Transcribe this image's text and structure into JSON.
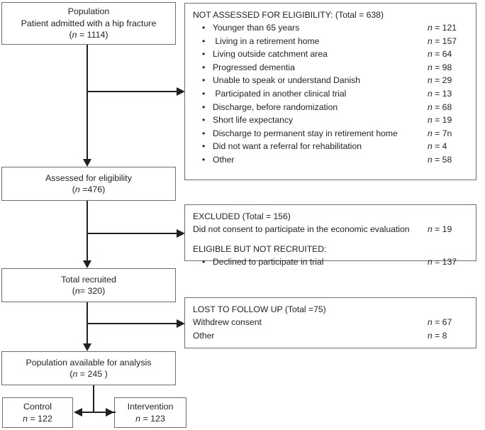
{
  "diagram": {
    "type": "consort-flow-diagram",
    "title": "Participant flow diagram",
    "colors": {
      "box_border": "#6d6e71",
      "arrow": "#231f20",
      "text": "#231f20",
      "background": "#ffffff"
    }
  },
  "nodes": {
    "population": {
      "line1": "Population",
      "line2": "Patient admitted with a hip fracture",
      "line3_pre": "(",
      "line3_n": "n",
      "line3_post": " = 1114)"
    },
    "assessed": {
      "line1": "Assessed for eligibility",
      "line2_pre": "(",
      "line2_n": "n",
      "line2_post": " =476)"
    },
    "recruited": {
      "line1": "Total recruited",
      "line2_pre": "(",
      "line2_n": "n",
      "line2_post": "= 320)"
    },
    "analysis": {
      "line1": "Population available for analysis",
      "line2_pre": "(",
      "line2_n": "n",
      "line2_post": " = 245 )"
    },
    "control": {
      "line1": "Control",
      "line2_n": "n",
      "line2_post": " = 122"
    },
    "intervention": {
      "line1": "Intervention",
      "line2_n": "n",
      "line2_post": " = 123"
    }
  },
  "panels": {
    "not_assessed": {
      "heading": "NOT ASSESSED FOR ELIGIBILITY: (Total = 638)",
      "items": [
        {
          "label": "Younger than 65 years",
          "n_italic": "n",
          "value": " =  121"
        },
        {
          "label": " Living in a retirement home",
          "n_italic": "n",
          "value": " =  157"
        },
        {
          "label": "Living outside catchment area",
          "n_italic": "n",
          "value": " = 64"
        },
        {
          "label": "Progressed dementia",
          "n_italic": "n",
          "value": " =  98"
        },
        {
          "label": "Unable to speak or understand Danish",
          "n_italic": "n",
          "value": " = 29"
        },
        {
          "label": " Participated in another clinical trial",
          "n_italic": "n",
          "value": " =  13"
        },
        {
          "label": "Discharge, before randomization",
          "n_italic": "n",
          "value": " = 68"
        },
        {
          "label": "Short life expectancy",
          "n_italic": "n",
          "value": " = 19"
        },
        {
          "label": "Discharge to permanent stay in retirement home",
          "n_italic": "n",
          "value": " = 7n"
        },
        {
          "label": "Did not want a referral for rehabilitation",
          "n_italic": "n",
          "value": " = 4"
        },
        {
          "label": "Other",
          "n_italic": "n",
          "value": " = 58"
        }
      ]
    },
    "excluded": {
      "heading": "EXCLUDED (Total = 156)",
      "plain_row": {
        "label": "Did not consent to participate in the economic evaluation",
        "n_italic": "n",
        "value": " = 19"
      },
      "heading2": "ELIGIBLE BUT NOT RECRUITED:",
      "items": [
        {
          "label": "Declined to participate in trial",
          "n_italic": "n",
          "value": " = 137"
        }
      ]
    },
    "lost": {
      "heading": "LOST TO FOLLOW UP (Total =75)",
      "rows": [
        {
          "label": "Withdrew consent",
          "n_italic": "n",
          "value": " = 67"
        },
        {
          "label": "Other",
          "n_italic": "n",
          "value": " = 8"
        }
      ]
    }
  }
}
